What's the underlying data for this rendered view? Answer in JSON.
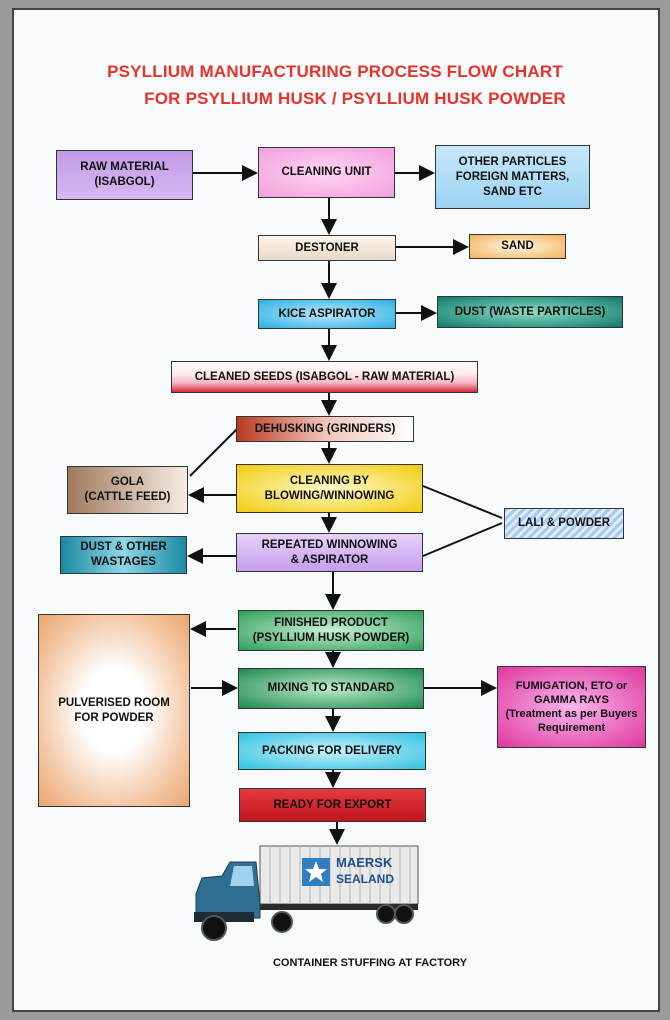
{
  "title": {
    "line1": "PSYLLIUM MANUFACTURING PROCESS FLOW CHART",
    "line2": "FOR PSYLLIUM HUSK / PSYLLIUM HUSK POWDER"
  },
  "boxes": {
    "raw_material": "RAW MATERIAL\n(ISABGOL)",
    "cleaning_unit": "CLEANING UNIT",
    "other_particles": "OTHER PARTICLES\nFOREIGN MATTERS,\nSAND ETC",
    "destoner": "DESTONER",
    "sand": "SAND",
    "kice_aspirator": "KICE ASPIRATOR",
    "dust_waste": "DUST (WASTE PARTICLES)",
    "cleaned_seeds": "CLEANED SEEDS (ISABGOL - RAW MATERIAL)",
    "dehusking": "DEHUSKING (GRINDERS)",
    "gola": "GOLA\n(CATTLE FEED)",
    "cleaning_blowing": "CLEANING BY\nBLOWING/WINNOWING",
    "lali_powder": "LALI & POWDER",
    "dust_other": "DUST & OTHER\nWASTAGES",
    "repeated_winnowing": "REPEATED WINNOWING\n& ASPIRATOR",
    "finished_product": "FINISHED PRODUCT\n(PSYLLIUM HUSK POWDER)",
    "pulverised_room": "PULVERISED ROOM\nFOR POWDER",
    "mixing": "MIXING TO STANDARD",
    "fumigation": "FUMIGATION, ETO or\nGAMMA RAYS\n(Treatment as per Buyers\nRequirement",
    "packing": "PACKING FOR DELIVERY",
    "ready_export": "READY FOR EXPORT"
  },
  "truck": {
    "brand_line1": "MAERSK",
    "brand_line2": "SEALAND"
  },
  "caption": "CONTAINER STUFFING AT FACTORY",
  "colors": {
    "title": "#e8322a",
    "violet": "#c9a0ee",
    "pink": "#f7a6e6",
    "sky": "#a6d8f4",
    "red": "#d9232a",
    "teal": "#1f8f86",
    "green": "#2e9e57",
    "yellow": "#f4d21b",
    "orange": "#f0b04e",
    "magenta": "#e33fbd",
    "cyan": "#33c6e4"
  }
}
